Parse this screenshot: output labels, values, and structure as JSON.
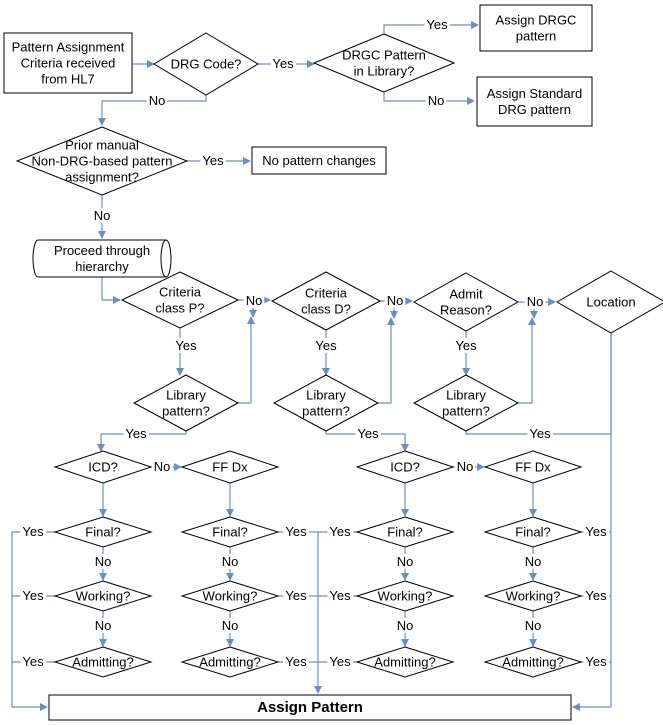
{
  "nodes": {
    "start": [
      "Pattern Assignment",
      "Criteria received",
      "from HL7"
    ],
    "drg_code": [
      "DRG Code?"
    ],
    "drgc_library": [
      "DRGC Pattern",
      "in Library?"
    ],
    "assign_drgc": [
      "Assign DRGC",
      "pattern"
    ],
    "assign_standard": [
      "Assign Standard",
      "DRG pattern"
    ],
    "prior_manual": [
      "Prior manual",
      "Non-DRG-based pattern",
      "assignment?"
    ],
    "no_changes": [
      "No pattern changes"
    ],
    "proceed": [
      "Proceed through",
      "hierarchy"
    ],
    "class_p": [
      "Criteria",
      "class P?"
    ],
    "class_d": [
      "Criteria",
      "class D?"
    ],
    "admit_reason": [
      "Admit",
      "Reason?"
    ],
    "location": [
      "Location"
    ],
    "library_p": [
      "Library",
      "pattern?"
    ],
    "library_d": [
      "Library",
      "pattern?"
    ],
    "library_a": [
      "Library",
      "pattern?"
    ],
    "icd_1": [
      "ICD?"
    ],
    "ffdx_1": [
      "FF Dx"
    ],
    "icd_2": [
      "ICD?"
    ],
    "ffdx_2": [
      "FF Dx"
    ],
    "final_1": [
      "Final?"
    ],
    "final_2": [
      "Final?"
    ],
    "final_3": [
      "Final?"
    ],
    "final_4": [
      "Final?"
    ],
    "working_1": [
      "Working?"
    ],
    "working_2": [
      "Working?"
    ],
    "working_3": [
      "Working?"
    ],
    "working_4": [
      "Working?"
    ],
    "admitting_1": [
      "Admitting?"
    ],
    "admitting_2": [
      "Admitting?"
    ],
    "admitting_3": [
      "Admitting?"
    ],
    "admitting_4": [
      "Admitting?"
    ],
    "assign_pattern": [
      "Assign Pattern"
    ]
  },
  "labels": {
    "yes": "Yes",
    "no": "No"
  },
  "colors": {
    "edge": "#6d8fbf",
    "stroke": "#000000",
    "fill": "#ffffff"
  }
}
